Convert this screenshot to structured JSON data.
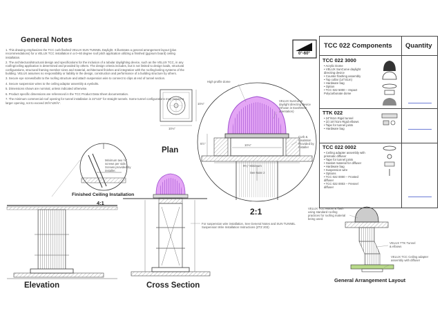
{
  "notes": {
    "title": "General Notes",
    "items": [
      "1. This drawing emphasizes the TCC curb flashed VELUX SUN TUNNEL Daylight. It illustrates a general arrangement layout (plus recommendations) for a VELUX TCC installation in a 0–60 degree roof pitch application utilizing a finished (gypsum board) ceiling installation.",
      "2. The architectural/structural design and specifications for the inclusion of a tubular daylighting device, such as the VELUX TCC, in any roofing/ceiling application is determined and provided by others. The design criteria includes, but is not limited to design loads, structural configurations, structural framing member sizes and material, architectural finishes and integration with the roofing/ceiling systems of the building. VELUX assumes no responsibility or liability in the design, construction and performance of a building structure by others.",
      "3. Secure eye screws/bolts to the roofing structure and attach suspension wire to connect to clips at end of tunnel section.",
      "4. Secure suspension wires to the ceiling adaptor assembly & eyebolts.",
      "5. Dimensions shown are nominal, unless indicated otherwise.",
      "6. Product specific dimensions are referenced in the TCC Product Data Sheet documentation.",
      "7. The minimum commercial roof opening for tunnel installation is 22\"x22\" for straight tunnels. Some tunnel configurations may require a larger opening, not to exceed 26⅝\"x26⅝\"."
    ]
  },
  "views": {
    "plan": "Plan",
    "elevation": "Elevation",
    "cross_section": "Cross Section",
    "detail_scale": "2:1",
    "finished_ceiling": "Finished Ceiling Installation",
    "finished_scale": "4:1",
    "general_arrangement": "General Arrangement Layout"
  },
  "pitch_badge": {
    "label": "0°-60°"
  },
  "dims": {
    "plan_width": "10⅛\"",
    "plan_height": "10⅛\"",
    "detail_inner": "9⁵⁄₈\" Minimum",
    "detail_outer": "10⅛\"",
    "detail_height": "5½\"",
    "see_note": "See Note 2"
  },
  "callouts": {
    "high_profile_dome": "High profile dome",
    "sunCurve": "VELUX SunCurve daylight directing device (Shown in East/West orientation)",
    "curb_insulation": "Curb & Insulation Provided by Installer",
    "screws": "Minimum two ½\" screws per side. Screws provided by installer.",
    "suspension": "For suspension wire installation, See General Notes and SUN TUNNEL Suspension Wire Installation Instructions (ZTZ 203)",
    "gal_tcc": "VELUX TCC Mount & flash using standard roofing practices for roofing material being used.",
    "gal_ttk": "VELUX TTK Tunnel & elbows",
    "gal_tcc_ceiling": "VELUX TCC Ceiling adapter assembly with diffuser"
  },
  "components": {
    "title": "TCC 022 Components",
    "qty_header": "Quantity",
    "sections": [
      {
        "name": "TCC 022 3000",
        "items": [
          "• Acrylic Dome",
          "• VELUX SunCurve daylight directing device",
          "• Counter flashing assembly",
          "• Top collar (14\"/41m)",
          "• Hardware bag",
          "• Option",
          "  • TCC 022 5000 – Impact Polycarbonate dome"
        ]
      },
      {
        "name": "TTK 022",
        "items": [
          "• 24\"/61m Rigid tunnel",
          "• (2) 16\"/41m Rigid elbows",
          "• Tape for tunnel joints",
          "• Hardware bag"
        ]
      },
      {
        "name": "TCC 022 0002",
        "items": [
          "• Ceiling adapter assembly with prismatic diffuser",
          "• Tape for tunnel joints",
          "• Gasket material for diffuser",
          "• Hardware bag",
          "• Suspension wire",
          "• Options",
          "  • TCC 022 0000 – Frosted diffuser",
          "  • TCC 022 0003 – Fresnel diffuser"
        ]
      }
    ]
  }
}
